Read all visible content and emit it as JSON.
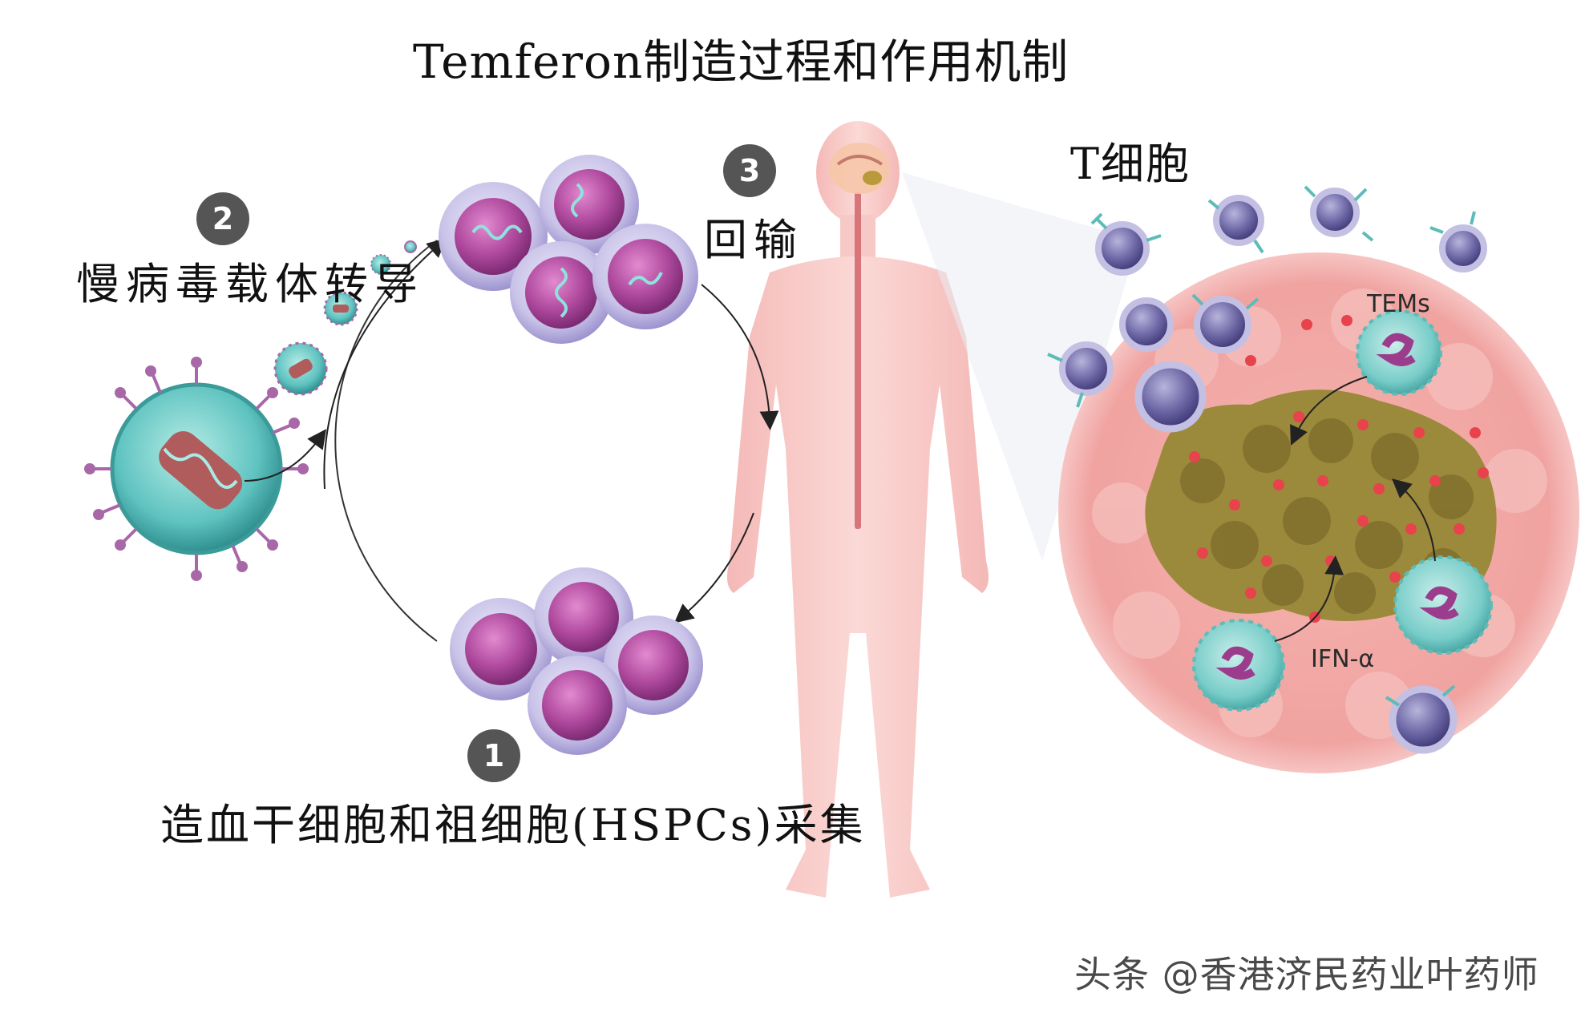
{
  "title": "Temferon制造过程和作用机制",
  "steps": [
    {
      "number": "1",
      "label": "造血干细胞和祖细胞(HSPCs)采集"
    },
    {
      "number": "2",
      "label": "慢病毒载体转导"
    },
    {
      "number": "3",
      "label": "回输"
    }
  ],
  "t_cell_label": "T细胞",
  "tems_label": "TEMs",
  "ifn_label": "IFN-α",
  "watermark": "头条 @香港济民药业叶药师",
  "colors": {
    "cell_purple": "#b04a9e",
    "cell_membrane": "#c8c3e6",
    "virus_teal": "#5fc3c0",
    "body_pink": "#f7c9c6",
    "tumor_olive": "#9c8a3c",
    "ifn_red": "#e8424d",
    "badge_gray": "#555555"
  }
}
